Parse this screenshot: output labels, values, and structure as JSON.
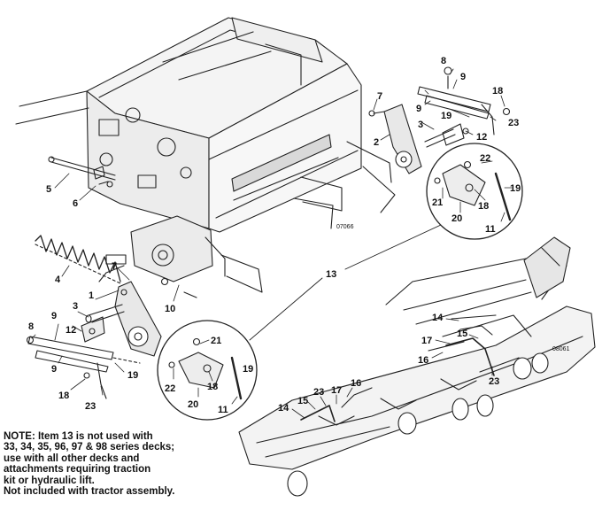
{
  "diagram": {
    "callouts": {
      "frame": [
        "5",
        "6",
        "4",
        "7",
        "1",
        "3",
        "10",
        "12",
        "8",
        "9",
        "9",
        "18",
        "23",
        "19"
      ],
      "upper_right": [
        "8",
        "9",
        "18",
        "9",
        "7",
        "23",
        "19",
        "12",
        "3",
        "2"
      ],
      "upper_inset": [
        "22",
        "19",
        "21",
        "18",
        "20",
        "11"
      ],
      "lower_inset": [
        "21",
        "22",
        "18",
        "19",
        "20",
        "11"
      ],
      "center": [
        "13"
      ],
      "deck": [
        "14",
        "15",
        "17",
        "16",
        "23",
        "14",
        "15",
        "23",
        "17",
        "16"
      ]
    },
    "drawing_codes": [
      "07066",
      "08061"
    ],
    "note_lines": [
      "NOTE:  Item 13 is not used with",
      "33, 34, 35, 96, 97 & 98 series decks;",
      "use with all other decks and",
      "attachments requiring traction",
      "kit or hydraulic lift.",
      "Not included with tractor assembly."
    ]
  }
}
